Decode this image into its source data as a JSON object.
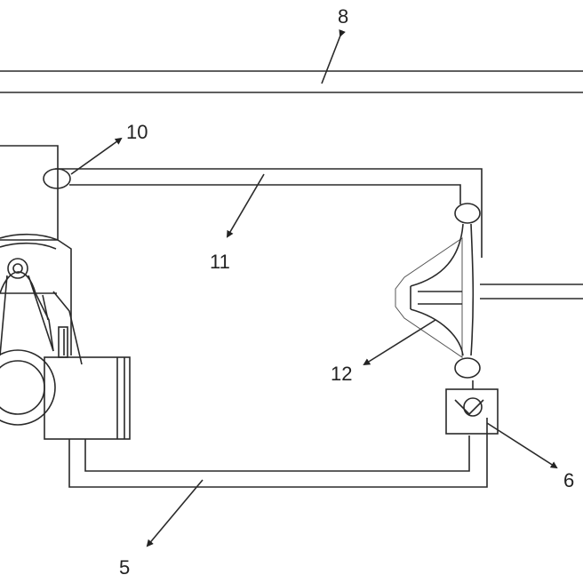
{
  "figure": {
    "labels": {
      "pipe_top": "8",
      "valve_upper_left": "10",
      "duct_upper": "11",
      "turbine": "12",
      "valve_block": "6",
      "duct_lower": "5"
    }
  }
}
